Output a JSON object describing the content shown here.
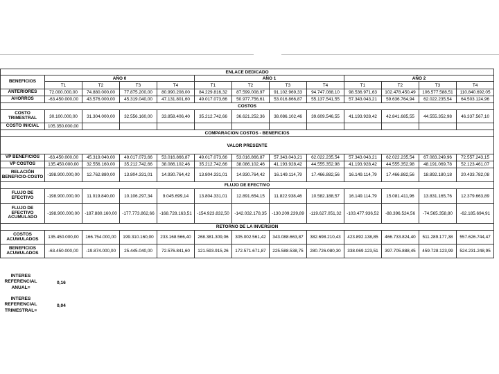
{
  "title": "ENLACE DEDICADO",
  "beneficios_label": "BENEFICIOS",
  "years": [
    "AÑO 0",
    "AÑO 1",
    "AÑO 2"
  ],
  "quarters": [
    "T1",
    "T2",
    "T3",
    "T4",
    "T1",
    "T2",
    "T3",
    "T4",
    "T1",
    "T2",
    "T3",
    "T4"
  ],
  "anteriores": {
    "label": "ANTERIORES",
    "values": [
      "72.000.000,00",
      "74.880.000,00",
      "77.875.200,00",
      "80.990.208,00",
      "84.229.816,32",
      "87.599.008,97",
      "91.102.969,33",
      "94.747.088,10",
      "98.536.971,63",
      "102.478.450,49",
      "106.577.588,51",
      "110.840.692,05"
    ]
  },
  "ahorros": {
    "label": "AHORROS",
    "values": [
      "-63.450.000,00",
      "43.576.000,00",
      "45.319.040,00",
      "47.131.801,60",
      "49.017.073,66",
      "50.977.756,61",
      "53.016.866,87",
      "55.137.541,55",
      "57.343.043,21",
      "59.636.764,94",
      "62.022.235,54",
      "64.503.124,96"
    ]
  },
  "costos_section": "COSTOS",
  "costo_trimestral": {
    "label": "COSTO TRIMESTRAL",
    "values": [
      "30.100.000,00",
      "31.304.000,00",
      "32.556.160,00",
      "33.858.406,40",
      "35.212.742,66",
      "36.621.252,36",
      "38.086.102,46",
      "39.609.546,55",
      "41.193.928,42",
      "42.841.685,55",
      "44.555.352,98",
      "46.337.567,10"
    ]
  },
  "costo_inicial": {
    "label": "COSTO INICIAL",
    "value": "105.350.000,00"
  },
  "comparacion_section": "COMPARACION COSTOS - BENEFICIOS",
  "valor_presente_section": "VALOR PRESENTE",
  "vp_beneficios": {
    "label": "VP BENEFICIOS",
    "values": [
      "-63.450.000,00",
      "45.319.040,00",
      "49.017.073,66",
      "53.016.866,87",
      "49.017.073,66",
      "53.016.866,87",
      "57.343.043,21",
      "62.022.235,54",
      "57.343.043,21",
      "62.022.235,54",
      "67.083.249,96",
      "72.557.243,15"
    ]
  },
  "vp_costos": {
    "label": "VP  COSTOS",
    "values": [
      "135.450.000,00",
      "32.556.160,00",
      "35.212.742,66",
      "38.086.102,46",
      "35.212.742,66",
      "38.086.102,46",
      "41.193.928,42",
      "44.555.352,98",
      "41.193.928,42",
      "44.555.352,98",
      "48.191.069,78",
      "52.123.461,07"
    ]
  },
  "relacion": {
    "label": "RELACIÓN BENEFICIO-COSTO",
    "values": [
      "-198.900.000,00",
      "12.762.880,00",
      "13.804.331,01",
      "14.930.764,42",
      "13.804.331,01",
      "14.930.764,42",
      "16.149.114,79",
      "17.466.882,56",
      "16.149.114,79",
      "17.466.882,56",
      "18.892.180,18",
      "20.433.782,08"
    ]
  },
  "flujo_section": "FLUJO DE EFECTIVO",
  "flujo": {
    "label": "FLUJO DE EFECTIVO",
    "values": [
      "-198.900.000,00",
      "11.019.840,00",
      "10.106.297,34",
      "9.045.699,14",
      "13.804.331,01",
      "12.891.654,15",
      "11.822.938,46",
      "10.582.188,57",
      "16.149.114,79",
      "15.081.411,96",
      "13.831.165,76",
      "12.379.663,89"
    ]
  },
  "flujo_acumulado": {
    "label": "FLUJO DE EFECTIVO ACUMULADO",
    "values": [
      "-198.900.000,00",
      "-187.880.160,00",
      "-177.773.862,66",
      "-168.728.163,51",
      "-154.923.832,50",
      "-142.032.178,35",
      "-130.209.239,89",
      "-119.627.051,32",
      "-103.477.936,52",
      "-88.396.524,56",
      "-74.565.358,80",
      "-62.185.694,91"
    ]
  },
  "retorno_section": "RETORNO DE LA INVERSION",
  "costos_acumulados": {
    "label": "COSTOS ACUMULADOS",
    "values": [
      "135.450.000,00",
      "166.754.000,00",
      "199.310.160,00",
      "233.168.566,40",
      "268.381.309,06",
      "305.002.561,42",
      "343.088.663,87",
      "382.698.210,43",
      "423.892.138,85",
      "466.733.824,40",
      "511.289.177,38",
      "557.626.744,47"
    ]
  },
  "beneficios_acumulados": {
    "label": "BENEFICIOS ACUMULADOS",
    "values": [
      "-63.450.000,00",
      "-19.874.000,00",
      "25.445.040,00",
      "72.576.841,60",
      "121.593.915,26",
      "172.571.671,87",
      "225.588.538,75",
      "280.726.080,30",
      "338.069.123,51",
      "397.705.888,45",
      "459.728.123,99",
      "524.231.248,95"
    ]
  },
  "interes_anual": {
    "label": "INTERES REFERENCIAL ANUAL=",
    "value": "0,16"
  },
  "interes_trimestral": {
    "label": "INTERES REFERENCIAL TRIMESTRAL=",
    "value": "0,04"
  }
}
